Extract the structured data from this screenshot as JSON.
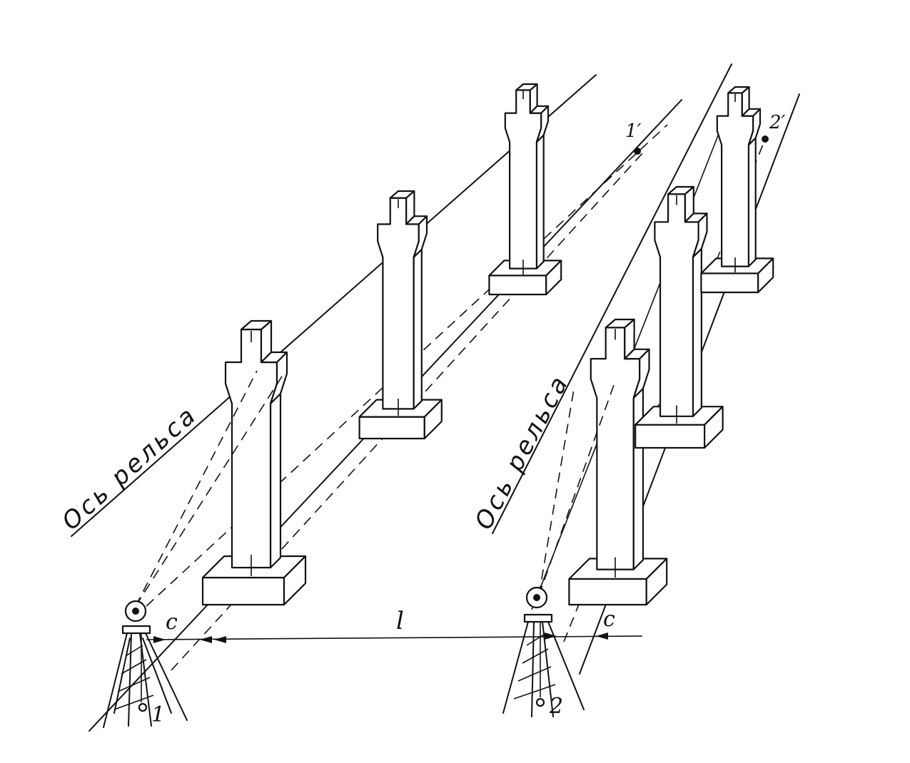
{
  "labels": {
    "rail_axis_left": "Ось рельса",
    "rail_axis_right": "Ось рельса",
    "dim_l": "l",
    "dim_c_left": "c",
    "dim_c_right": "c",
    "point_1": "1",
    "point_2": "2",
    "point_1p": "1′",
    "point_2p": "2′"
  },
  "colors": {
    "ink": "#111111",
    "paper": "#ffffff"
  }
}
